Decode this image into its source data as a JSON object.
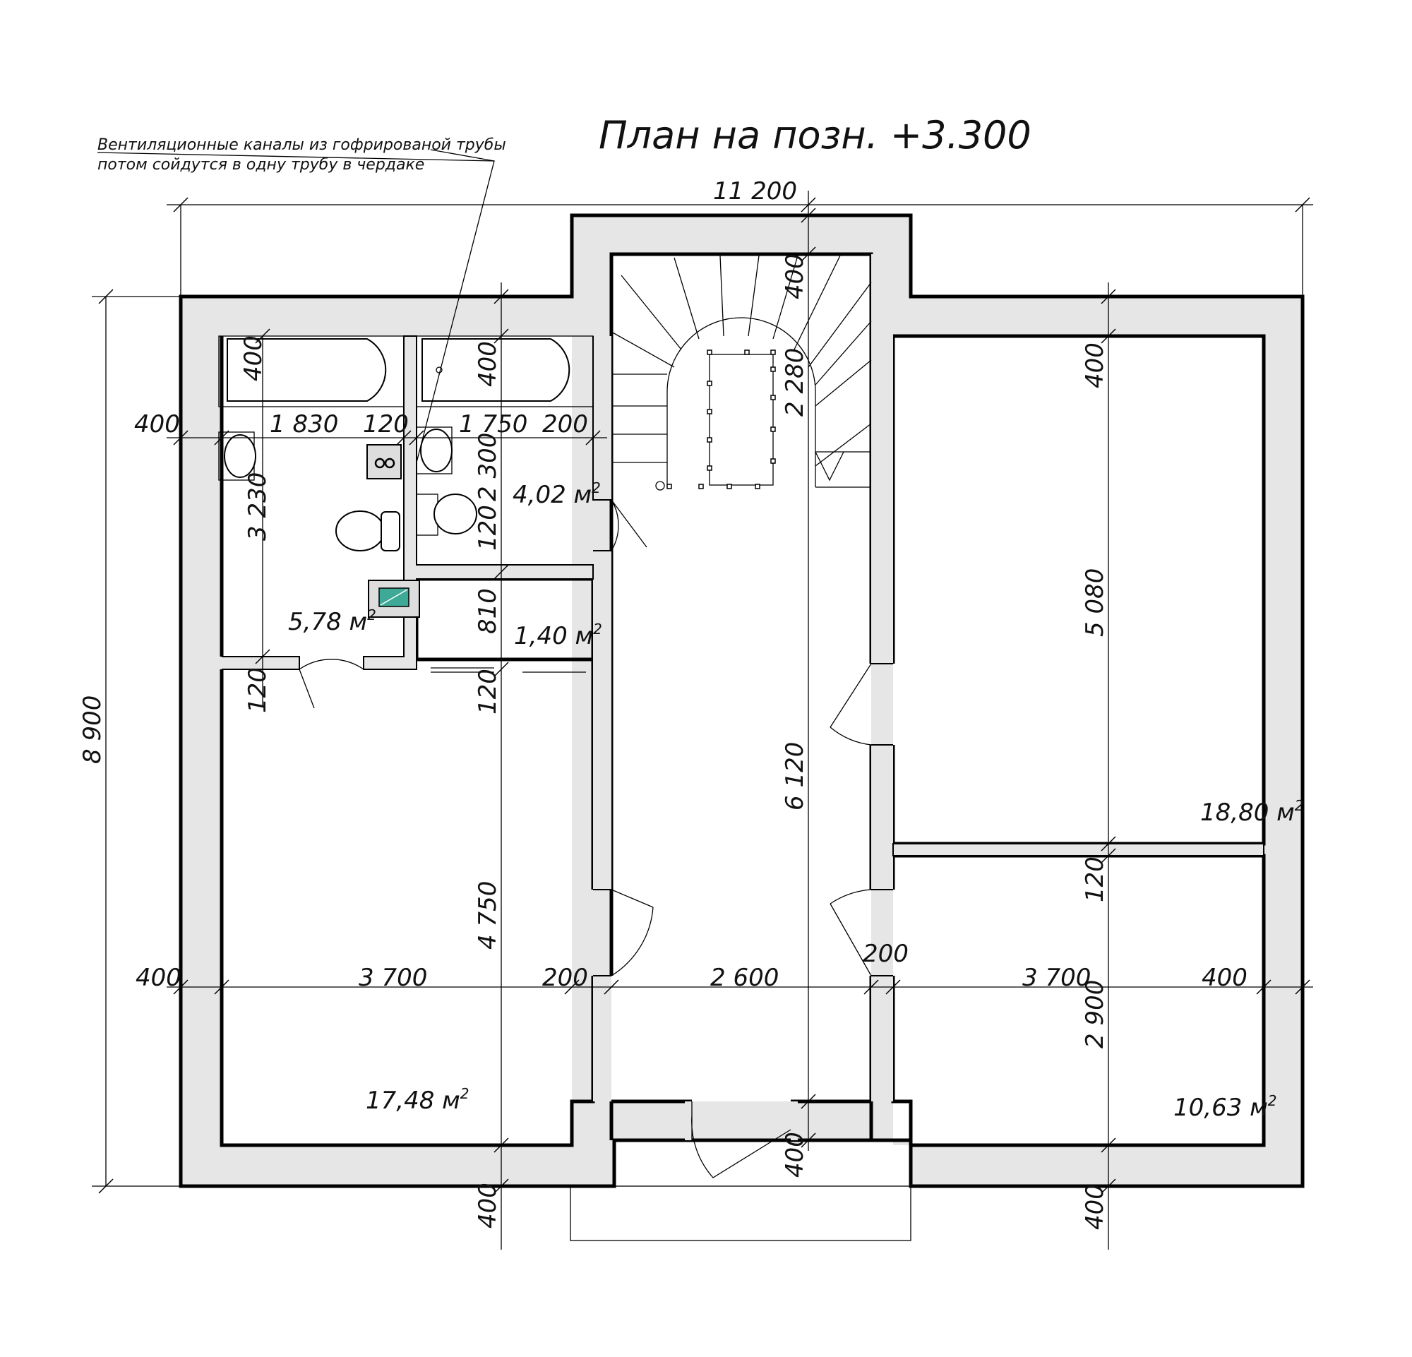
{
  "title": "План на позн. +3.300",
  "note": {
    "line1": "Вентиляционные каналы  из гофрированой трубы",
    "line2": "потом сойдутся в одну трубу в чердаке"
  },
  "dimensions": {
    "overall_width": "11 200",
    "overall_height": "8 900",
    "left_wall_top": "400",
    "bath1_width": "1 830",
    "partition_120_a": "120",
    "bath2_width": "1 750",
    "stair_wall_200_a": "200",
    "tub1_depth": "400",
    "tub2_depth": "400",
    "stair_top_400": "400",
    "stair_2280": "2 280",
    "bath2_height": "2 300",
    "bath1_height": "3 230",
    "partition_120_b": "120",
    "closet_810": "810",
    "partition_120_c": "120",
    "partition_120_d": "120",
    "corridor_6120": "6 120",
    "room_left_height": "4 750",
    "room_right_top_400": "400",
    "room_right_height": "5 080",
    "partition_120_e": "120",
    "room_br_height": "2 900",
    "left_wall_bottom": "400",
    "room_left_width": "3 700",
    "wall_200_left": "200",
    "corridor_width": "2 600",
    "wall_200_right": "200",
    "room_br_width": "3 700",
    "right_wall_400": "400",
    "bottom_400_left": "400",
    "bottom_400_mid": "400",
    "bottom_400_right": "400"
  },
  "areas": {
    "bath1": "5,78 м",
    "bath2": "4,02 м",
    "closet": "1,40 м",
    "room_left": "17,48 м",
    "room_right": "18,80 м",
    "room_bottom_right": "10,63 м",
    "sup": "2"
  }
}
